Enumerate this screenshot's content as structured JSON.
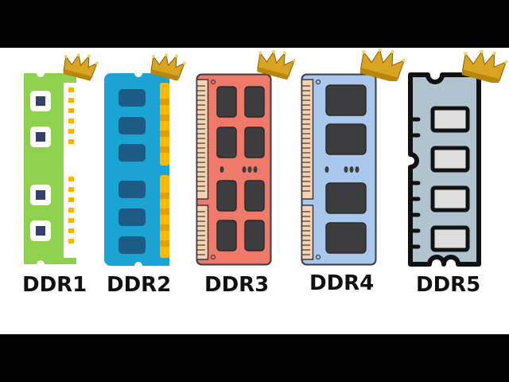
{
  "modules": [
    {
      "label": "DDR1",
      "body_color": "#8fd14f",
      "chip_color": "#34406a",
      "contact_color": "#ffb400"
    },
    {
      "label": "DDR2",
      "body_color": "#1ba3d3",
      "chip_color": "#1b5b86",
      "contact_color": "#ffba00"
    },
    {
      "label": "DDR3",
      "body_color": "#f07a6a",
      "chip_color": "#3d3d3f",
      "contact_color": "#f6d3b0"
    },
    {
      "label": "DDR4",
      "body_color": "#a9c8ec",
      "chip_color": "#3d3d3f",
      "contact_color": "#f6d3b0"
    },
    {
      "label": "DDR5",
      "body_color": "#b0c4d0",
      "chip_color": "#dedede",
      "contact_color": "#111111"
    }
  ],
  "icons": [
    "crown-icon",
    "crown-icon",
    "crown-icon",
    "crown-icon",
    "crown-icon"
  ],
  "colors": {
    "letterbox": "#000000",
    "background": "#ffffff",
    "crown_gold": "#d9a520"
  }
}
